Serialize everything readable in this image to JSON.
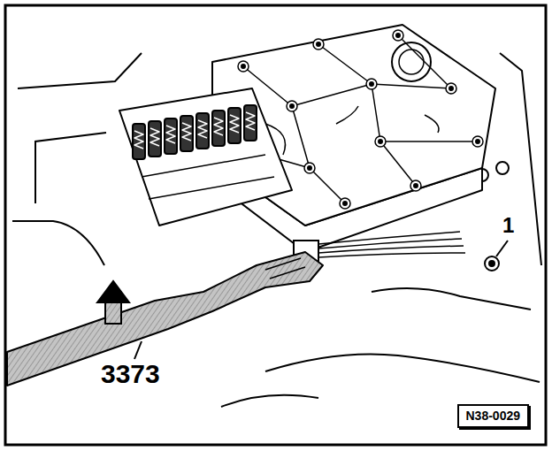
{
  "diagram": {
    "nodes": [
      {
        "text": [
          "N38-0029"
        ]
      }
    ],
    "labels": [
      "1",
      "3373"
    ]
  }
}
